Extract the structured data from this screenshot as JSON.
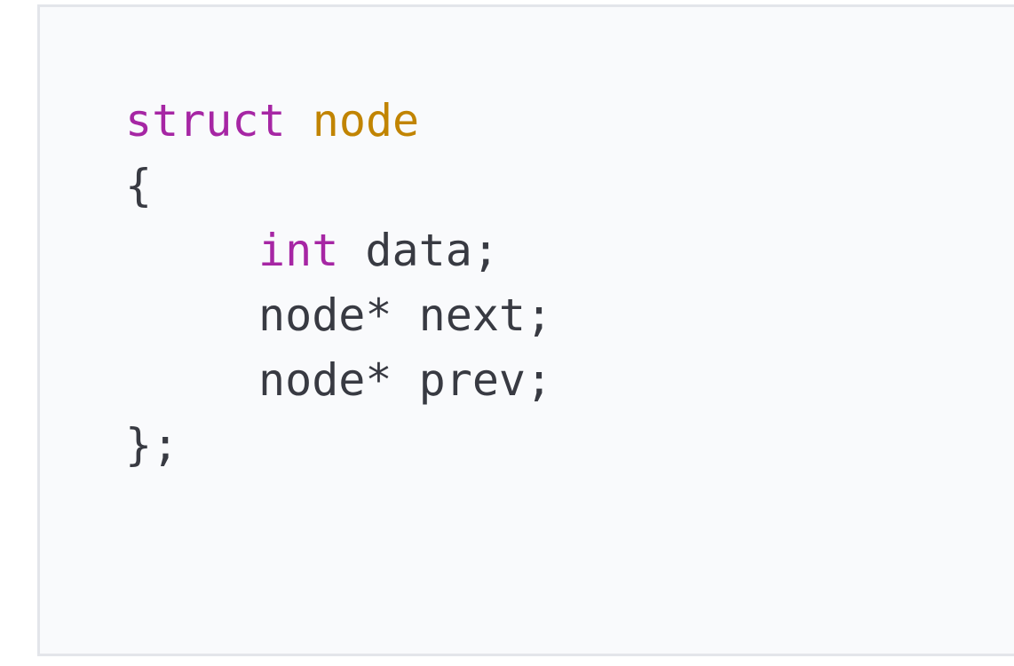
{
  "code": {
    "lines": [
      {
        "tokens": [
          {
            "text": "struct",
            "kind": "keyword"
          },
          {
            "text": " ",
            "kind": "plain"
          },
          {
            "text": "node",
            "kind": "type"
          }
        ]
      },
      {
        "tokens": [
          {
            "text": "{",
            "kind": "plain"
          }
        ]
      },
      {
        "tokens": [
          {
            "text": "int",
            "kind": "keyword"
          },
          {
            "text": " data;",
            "kind": "plain"
          }
        ]
      },
      {
        "tokens": [
          {
            "text": "node* next;",
            "kind": "plain"
          }
        ]
      },
      {
        "tokens": [
          {
            "text": "node* prev;",
            "kind": "plain"
          }
        ]
      },
      {
        "tokens": [
          {
            "text": "};",
            "kind": "plain"
          }
        ]
      }
    ]
  },
  "colors": {
    "background": "#f9fafc",
    "border": "#e3e5ea",
    "keyword": "#a626a4",
    "type": "#c18401",
    "text": "#383a42"
  }
}
